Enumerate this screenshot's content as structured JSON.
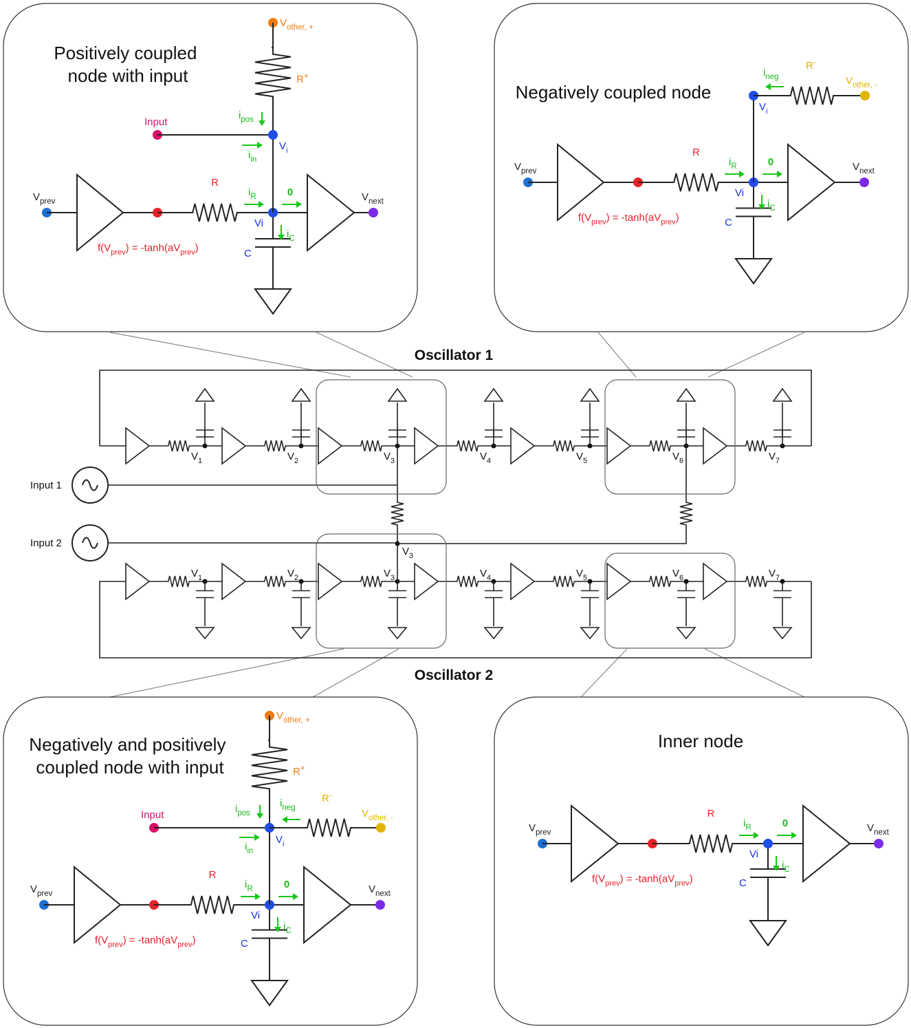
{
  "oscillator1": {
    "title": "Oscillator 1",
    "nodes": [
      "V",
      "V",
      "V",
      "V",
      "V",
      "V",
      "V"
    ],
    "subs": [
      "1",
      "2",
      "3",
      "4",
      "5",
      "6",
      "7"
    ]
  },
  "oscillator2": {
    "title": "Oscillator 2",
    "nodes": [
      "V",
      "V",
      "V",
      "V",
      "V",
      "V",
      "V"
    ],
    "subs": [
      "1",
      "2",
      "3",
      "4",
      "5",
      "6",
      "7"
    ],
    "coupled_node": "V",
    "coupled_sub": "3"
  },
  "inputs": [
    "Input 1",
    "Input 2"
  ],
  "panels": [
    {
      "title_lines": [
        "Positively coupled",
        "node with input"
      ]
    },
    {
      "title_lines": [
        "Negatively coupled node"
      ]
    },
    {
      "title_lines": [
        "Negatively and positively",
        "coupled node with input"
      ]
    },
    {
      "title_lines": [
        "Inner node"
      ]
    }
  ],
  "labels": {
    "v": "V",
    "prev": "prev",
    "next": "next",
    "other_plus": "other, +",
    "other_minus": "other, -",
    "vi_sub": "i",
    "vi": "Vi",
    "r": "R",
    "c": "C",
    "r_plus": "R",
    "plus": "+",
    "r_minus": "R",
    "minus": "-",
    "i": "i",
    "pos": "pos",
    "neg": "neg",
    "in": "in",
    "r_sub": "R",
    "c_sub": "C",
    "zero": "0",
    "input": "Input",
    "func_prefix": "f(V",
    "func_mid": ") = -tanh(aV",
    "func_suffix": ")"
  },
  "colors": {
    "v_prev": "#1f6fd0",
    "v_next": "#7b2be6",
    "node_vi": "#1f4de6",
    "func_out": "#e8202a",
    "v_other_plus": "#f07b10",
    "v_other_minus": "#e0b400",
    "input": "#d9106a",
    "current": "#19c619"
  }
}
